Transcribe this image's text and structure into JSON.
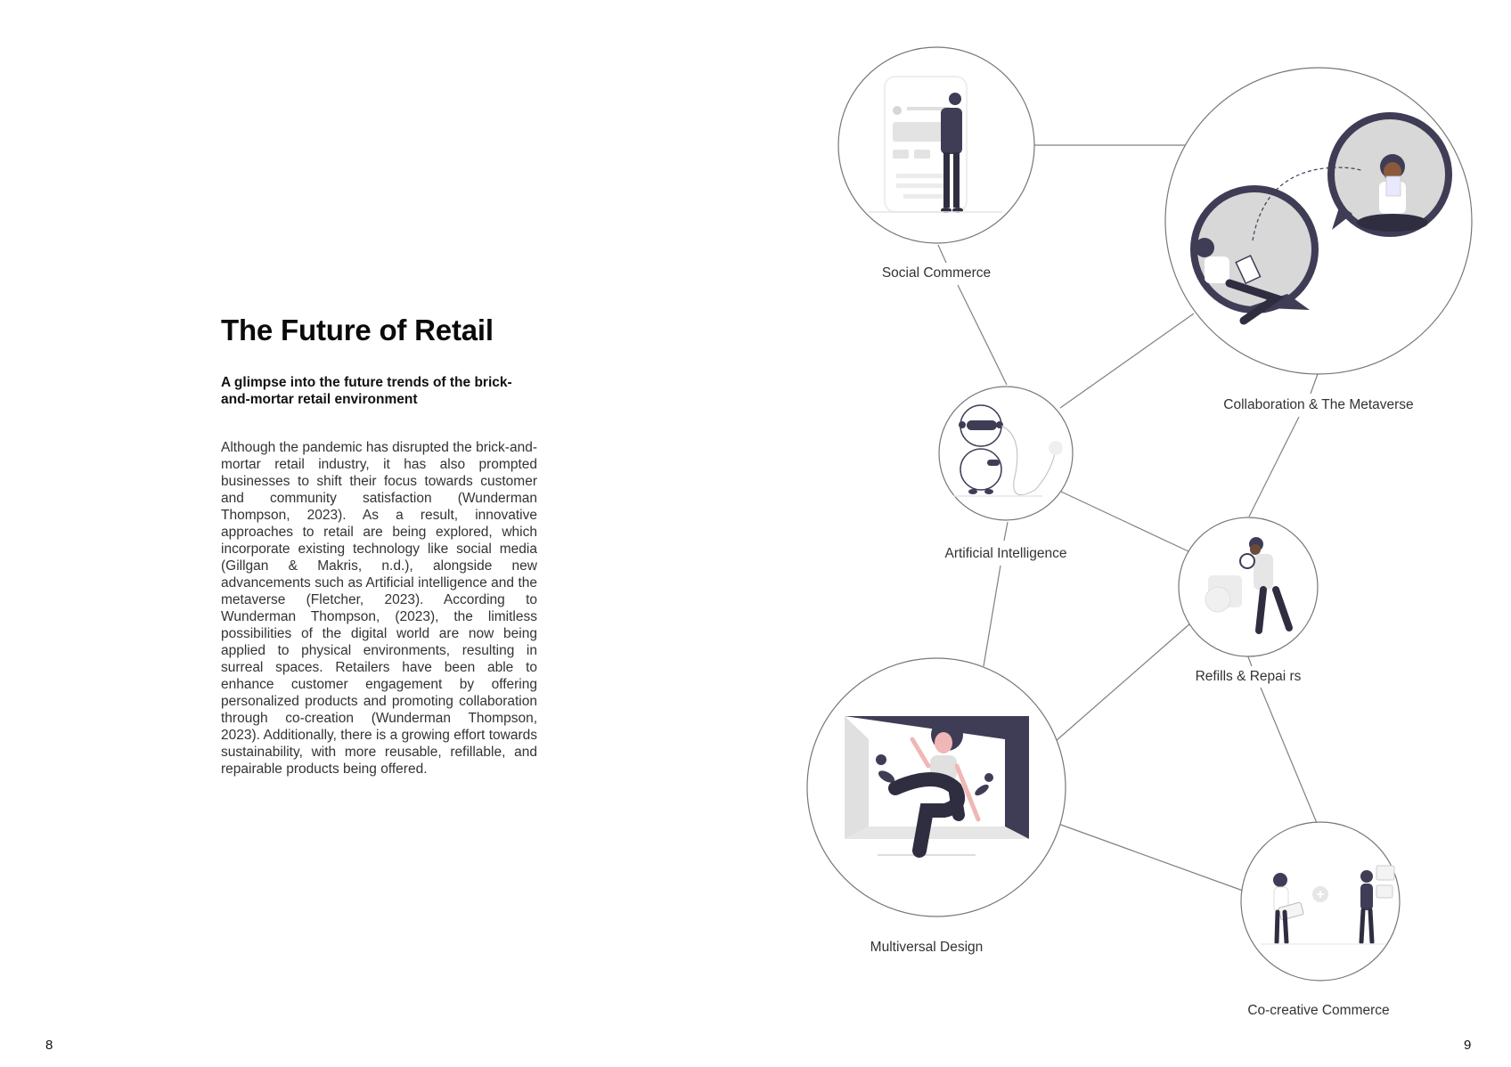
{
  "page": {
    "title": "The Future of Retail",
    "subtitle": "A glimpse into the future trends of the brick-and-mortar retail environment",
    "body": "Although the pandemic has disrupted the brick-and-mortar retail industry, it has also prompted businesses to shift their focus towards customer and community satisfaction (Wunderman Thompson, 2023). As a result, innovative approaches to retail are being explored, which incorporate existing technology like social media (Gillgan & Makris, n.d.), alongside new advancements such as Artificial intelligence and the metaverse (Fletcher, 2023). According to Wunderman Thompson, (2023), the limitless possibilities of the digital world are now being applied to physical environments, resulting in surreal spaces. Retailers have been able to enhance customer engagement by offering personalized products and promoting collaboration through co-creation (Wunderman Thompson, 2023). Additionally, there is a growing effort towards sustainability, with more reusable, refillable, and repairable products being offered.",
    "page_left": "8",
    "page_right": "9"
  },
  "diagram": {
    "nodes": [
      {
        "label": "Social Commerce"
      },
      {
        "label": "Collaboration & The Metaverse"
      },
      {
        "label": "Artificial Intelligence"
      },
      {
        "label": "Refills & Repai rs"
      },
      {
        "label": "Multiversal Design"
      },
      {
        "label": "Co-creative Commerce"
      }
    ]
  },
  "colors": {
    "dark": "#3f3d56",
    "light_grey": "#e0e0e0",
    "mid_grey": "#cccccc",
    "skin_dark": "#6b4a3a",
    "skin_light": "#f0b7b7",
    "line": "#777777"
  }
}
